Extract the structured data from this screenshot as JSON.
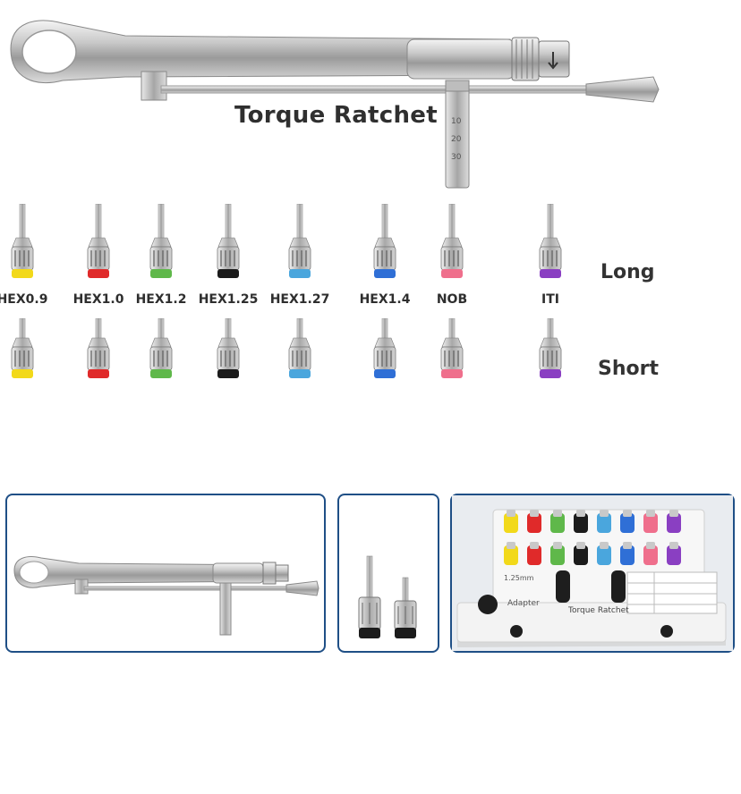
{
  "title": "Torque Ratchet",
  "drivers": [
    {
      "label": "HEX0.9",
      "color": "#f2d91a"
    },
    {
      "label": "HEX1.0",
      "color": "#e02a2a"
    },
    {
      "label": "HEX1.2",
      "color": "#5fb84a"
    },
    {
      "label": "HEX1.25",
      "color": "#1b1b1b"
    },
    {
      "label": "HEX1.27",
      "color": "#4aa6dd"
    },
    {
      "label": "HEX1.4",
      "color": "#2f6fd6"
    },
    {
      "label": "NOB",
      "color": "#ef6f8c"
    },
    {
      "label": "ITI",
      "color": "#8a3fc2"
    }
  ],
  "rows": {
    "long": "Long",
    "short": "Short"
  },
  "kit": {
    "adapter_label": "Adapter",
    "brand_label": "Torque Ratchet",
    "size_label": "1.25mm"
  }
}
